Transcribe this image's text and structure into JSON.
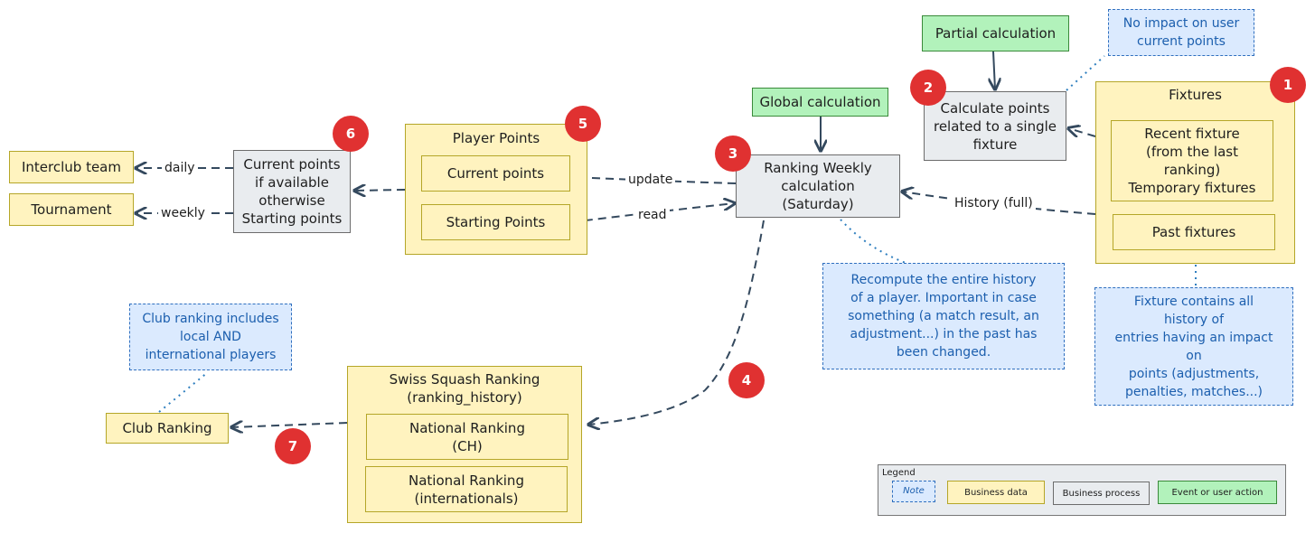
{
  "boxes": {
    "interclub_team": "Interclub team",
    "tournament": "Tournament",
    "current_points_logic": [
      "Current points",
      "if available",
      "otherwise",
      "Starting points"
    ],
    "player_points_title": "Player Points",
    "current_points": "Current points",
    "starting_points": "Starting Points",
    "global_calculation": "Global calculation",
    "ranking_weekly": [
      "Ranking Weekly",
      "calculation",
      "(Saturday)"
    ],
    "partial_calculation": "Partial calculation",
    "calculate_points": [
      "Calculate points",
      "related to a single",
      "fixture"
    ],
    "fixtures_title": "Fixtures",
    "recent_fixture": [
      "Recent fixture",
      "(from the last",
      "ranking)",
      "Temporary fixtures"
    ],
    "past_fixtures": "Past fixtures",
    "swiss_ranking_title": [
      "Swiss Squash Ranking",
      "(ranking_history)"
    ],
    "national_ranking_ch": [
      "National Ranking",
      "(CH)"
    ],
    "national_ranking_int": [
      "National Ranking",
      "(internationals)"
    ],
    "club_ranking": "Club Ranking"
  },
  "notes": {
    "no_impact": [
      "No impact on user",
      "current points"
    ],
    "recompute": [
      "Recompute the entire history",
      "of a player. Important in case",
      "something (a match result, an",
      "adjustment...) in the past has",
      "been changed."
    ],
    "fixture_contains": [
      "Fixture contains all",
      "history of",
      "entries having an impact",
      "on",
      "points (adjustments,",
      "penalties, matches...)"
    ],
    "club_ranking_includes": [
      "Club ranking includes",
      "local AND",
      "international players"
    ]
  },
  "edge_labels": {
    "daily": "daily",
    "weekly": "weekly",
    "update": "update",
    "read": "read",
    "history_full": "History (full)"
  },
  "badges": [
    "1",
    "2",
    "3",
    "4",
    "5",
    "6",
    "7"
  ],
  "legend": {
    "title": "Legend",
    "note": "Note",
    "business_data": "Business data",
    "business_process": "Business process",
    "event": "Event or user action"
  },
  "colors": {
    "business_data": "#fff3bf",
    "business_process": "#e9ecef",
    "event": "#b2f2bb",
    "note": "#dbeafe",
    "badge": "#e03131"
  }
}
